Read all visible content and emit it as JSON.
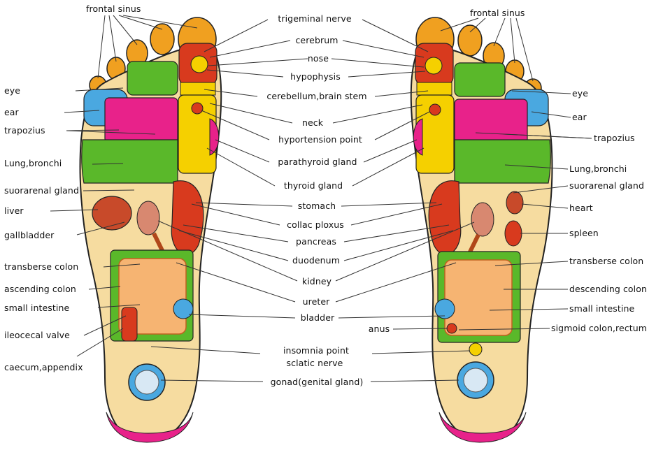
{
  "colors": {
    "skin": "#f6dca0",
    "yellow": "#f5d000",
    "orange": "#f0a020",
    "green": "#5ab82a",
    "magenta": "#e8228a",
    "red": "#d83a1e",
    "blue": "#4aa8e0",
    "outline": "#222222",
    "line": "#333333"
  },
  "left_labels": {
    "frontal_sinus": "frontal sinus",
    "eye": "eye",
    "ear": "ear",
    "trapezius": "trapozius",
    "lung_bronchi": "Lung,bronchi",
    "suprarenal_gland": "suorarenal gland",
    "liver": "liver",
    "gallbladder": "gallbladder",
    "transverse_colon": "transberse colon",
    "ascending_colon": "ascending colon",
    "small_intestine": "small intestine",
    "ileocecal_valve": "ileocecal valve",
    "caecum_appendix": "caecum,appendix"
  },
  "center_labels": {
    "trigeminal_nerve": "trigeminal nerve",
    "cerebrum": "cerebrum",
    "nose": "nose",
    "hypophysis": "hypophysis",
    "cerebellum": "cerebellum,brain stem",
    "neck": "neck",
    "hypertension": "hyportension point",
    "parathyroid": "parathyroid gland",
    "thyroid": "thyroid gland",
    "stomach": "stomach",
    "celiac": "collac ploxus",
    "pancreas": "pancreas",
    "duodenum": "duodenum",
    "kidney": "kidney",
    "ureter": "ureter",
    "bladder": "bladder",
    "anus": "anus",
    "insomnia": "insomnia point",
    "sciatic": "sclatic nerve",
    "gonad": "gonad(genital gland)"
  },
  "right_labels": {
    "frontal_sinus": "frontal sinus",
    "eye": "eye",
    "ear": "ear",
    "trapezius": "trapozius",
    "lung_bronchi": "Lung,bronchi",
    "suprarenal_gland": "suorarenal gland",
    "heart": "heart",
    "spleen": "spleen",
    "transverse_colon": "transberse colon",
    "descending_colon": "descending colon",
    "small_intestine": "small intestine",
    "sigmoid_colon": "sigmoid colon,rectum"
  }
}
